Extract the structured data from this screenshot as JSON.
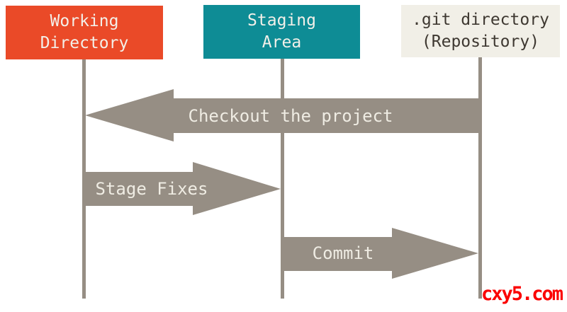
{
  "diagram": {
    "type": "git-workflow-sequence",
    "lanes": [
      {
        "id": "working-directory",
        "line1": "Working",
        "line2": "Directory",
        "fill": "#EA4A28",
        "text_color": "#F3F0E9"
      },
      {
        "id": "staging-area",
        "line1": "Staging",
        "line2": "Area",
        "fill": "#0E8C95",
        "text_color": "#F3F0E9"
      },
      {
        "id": "git-directory",
        "line1": ".git directory",
        "line2": "(Repository)",
        "fill": "#F1EFE7",
        "text_color": "#3E3831"
      }
    ],
    "arrows": [
      {
        "id": "checkout",
        "label": "Checkout the project",
        "from": "git-directory",
        "to": "working-directory",
        "direction": "left"
      },
      {
        "id": "stage-fixes",
        "label": "Stage Fixes",
        "from": "working-directory",
        "to": "staging-area",
        "direction": "right"
      },
      {
        "id": "commit",
        "label": "Commit",
        "from": "staging-area",
        "to": "git-directory",
        "direction": "right"
      }
    ],
    "arrow_color": "#968E84",
    "lifeline_color": "#968E84",
    "background": "#FFFFFF"
  },
  "watermark": {
    "text": "cxy5.com",
    "color": "#FB0000"
  }
}
